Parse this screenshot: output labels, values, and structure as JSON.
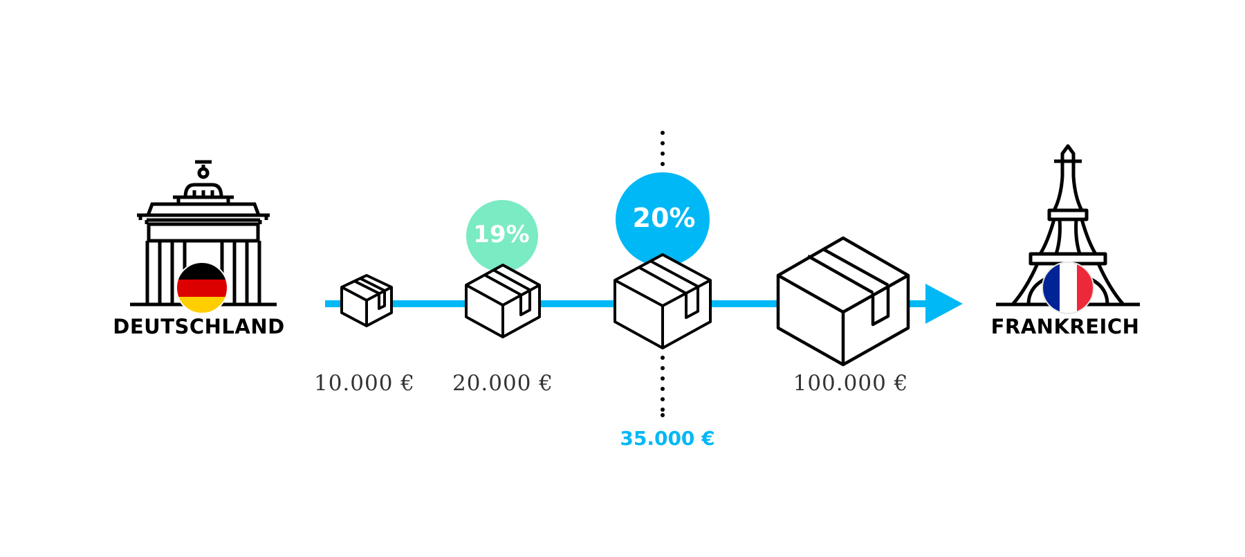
{
  "countries": {
    "origin": {
      "name": "DEUTSCHLAND",
      "flag_colors": [
        "#000000",
        "#dd0000",
        "#ffce00"
      ],
      "icon": "brandenburg-gate-icon"
    },
    "destination": {
      "name": "FRANKREICH",
      "flag_colors": [
        "#002395",
        "#ffffff",
        "#ed2939"
      ],
      "icon": "eiffel-tower-icon"
    }
  },
  "rates": {
    "origin_rate": "19%",
    "destination_rate": "20%",
    "origin_color": "#7aebc3",
    "destination_color": "#00b8f5"
  },
  "prices": {
    "p1": "10.000 €",
    "p2": "20.000 €",
    "threshold": "35.000 €",
    "p4": "100.000 €"
  },
  "colors": {
    "arrow": "#00b8f5",
    "threshold_text": "#00b8f5"
  }
}
